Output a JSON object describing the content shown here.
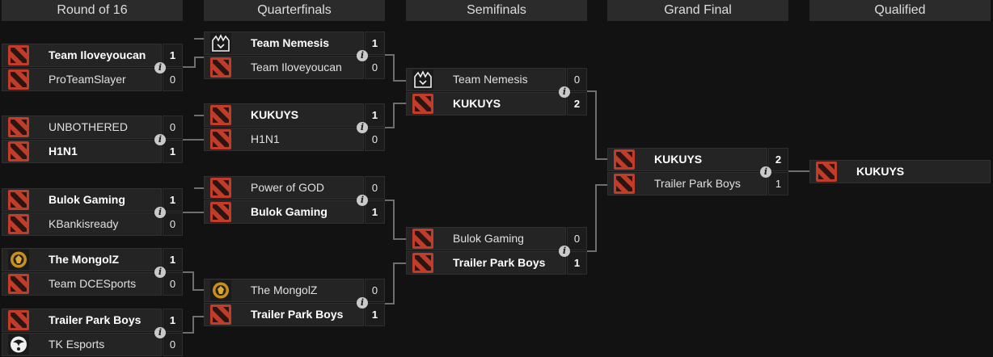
{
  "rounds": [
    "Round of 16",
    "Quarterfinals",
    "Semifinals",
    "Grand Final",
    "Qualified"
  ],
  "icons": {
    "info": "i"
  },
  "r16": [
    {
      "teams": [
        {
          "name": "Team Iloveyoucan",
          "score": "1",
          "logo": "dota"
        },
        {
          "name": "ProTeamSlayer",
          "score": "0",
          "logo": "dota"
        }
      ]
    },
    {
      "teams": [
        {
          "name": "UNBOTHERED",
          "score": "0",
          "logo": "dota"
        },
        {
          "name": "H1N1",
          "score": "1",
          "logo": "dota"
        }
      ]
    },
    {
      "teams": [
        {
          "name": "Bulok Gaming",
          "score": "1",
          "logo": "dota"
        },
        {
          "name": "KBankisready",
          "score": "0",
          "logo": "dota"
        }
      ]
    },
    {
      "teams": [
        {
          "name": "The MongolZ",
          "score": "1",
          "logo": "mongolz"
        },
        {
          "name": "Team DCESports",
          "score": "0",
          "logo": "dota"
        }
      ]
    },
    {
      "teams": [
        {
          "name": "Trailer Park Boys",
          "score": "1",
          "logo": "dota"
        },
        {
          "name": "TK Esports",
          "score": "0",
          "logo": "tk"
        }
      ]
    }
  ],
  "qf": [
    {
      "teams": [
        {
          "name": "Team Nemesis",
          "score": "1",
          "logo": "nemesis"
        },
        {
          "name": "Team Iloveyoucan",
          "score": "0",
          "logo": "dota"
        }
      ]
    },
    {
      "teams": [
        {
          "name": "KUKUYS",
          "score": "1",
          "logo": "dota"
        },
        {
          "name": "H1N1",
          "score": "0",
          "logo": "dota"
        }
      ]
    },
    {
      "teams": [
        {
          "name": "Power of GOD",
          "score": "0",
          "logo": "dota"
        },
        {
          "name": "Bulok Gaming",
          "score": "1",
          "logo": "dota"
        }
      ]
    },
    {
      "teams": [
        {
          "name": "The MongolZ",
          "score": "0",
          "logo": "mongolz"
        },
        {
          "name": "Trailer Park Boys",
          "score": "1",
          "logo": "dota"
        }
      ]
    }
  ],
  "sf": [
    {
      "teams": [
        {
          "name": "Team Nemesis",
          "score": "0",
          "logo": "nemesis"
        },
        {
          "name": "KUKUYS",
          "score": "2",
          "logo": "dota"
        }
      ]
    },
    {
      "teams": [
        {
          "name": "Bulok Gaming",
          "score": "0",
          "logo": "dota"
        },
        {
          "name": "Trailer Park Boys",
          "score": "1",
          "logo": "dota"
        }
      ]
    }
  ],
  "gf": [
    {
      "teams": [
        {
          "name": "KUKUYS",
          "score": "2",
          "logo": "dota"
        },
        {
          "name": "Trailer Park Boys",
          "score": "1",
          "logo": "dota"
        }
      ]
    }
  ],
  "qualified": {
    "name": "KUKUYS",
    "logo": "dota"
  },
  "colors": {
    "dota_red": "#c23c2a",
    "background": "#121212",
    "row": "#242424",
    "header": "#2b2b2b"
  }
}
